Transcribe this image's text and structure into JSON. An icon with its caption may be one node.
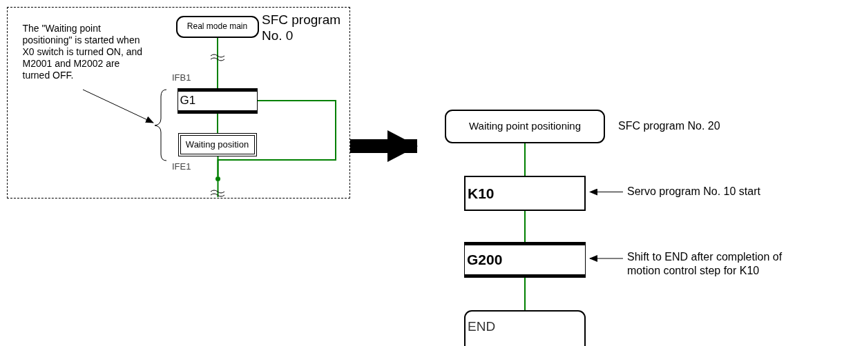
{
  "diagram": {
    "nodes": [
      {
        "text": [],
        "shape": "box"
      },
      {
        "text": [
          "The \"Waiting point positioning\" is started when X0 switch is turned ON, and M2001 and M2002 are turned OFF."
        ],
        "in": 0
      },
      {
        "text": [
          "Real mode main"
        ],
        "beside": [
          "SFC program No. 0"
        ],
        "in": 0
      },
      {
        "text": [
          "G1"
        ],
        "in": 0
      },
      {
        "text": [
          "Waiting position"
        ],
        "in": 0
      },
      {
        "text": [],
        "shape": "circle",
        "in": 0
      },
      {
        "text": [
          "Waiting point positioning"
        ],
        "beside": [
          "SFC program No. 20"
        ]
      },
      {
        "text": [
          "K10"
        ]
      },
      {
        "text": [
          "Servo program No. 10 start"
        ]
      },
      {
        "text": [
          "G200"
        ]
      },
      {
        "text": [
          "Shift to END after completion of motion control step for K10"
        ]
      },
      {
        "text": [
          "END"
        ]
      },
      {
        "text": [],
        "shape": "bracket",
        "in": 0
      }
    ],
    "edges": [
      {
        "from": 1,
        "to": 12,
        "arrow": "to",
        "color": "#000000"
      },
      {
        "from": 2,
        "to": 3,
        "arrow": "none"
      },
      {
        "from": 3,
        "to": 4,
        "arrow": "none"
      },
      {
        "from": 3,
        "to": 5,
        "arrow": "none"
      },
      {
        "from": 4,
        "to": 5,
        "arrow": "none"
      },
      {
        "from": 5,
        "to": null,
        "arrow": "none"
      },
      {
        "from": 0,
        "to": 6,
        "arrow": "to",
        "style": "thick",
        "color": "#000000"
      },
      {
        "from": 6,
        "to": 7,
        "arrow": "none"
      },
      {
        "from": 7,
        "to": 9,
        "arrow": "none"
      },
      {
        "from": 9,
        "to": 11,
        "arrow": "none"
      },
      {
        "from": 8,
        "to": 7,
        "arrow": "to",
        "color": "#000000"
      },
      {
        "from": 10,
        "to": 9,
        "arrow": "to",
        "color": "#000000"
      }
    ],
    "labels": [
      "IFB1",
      "IFE1"
    ]
  }
}
